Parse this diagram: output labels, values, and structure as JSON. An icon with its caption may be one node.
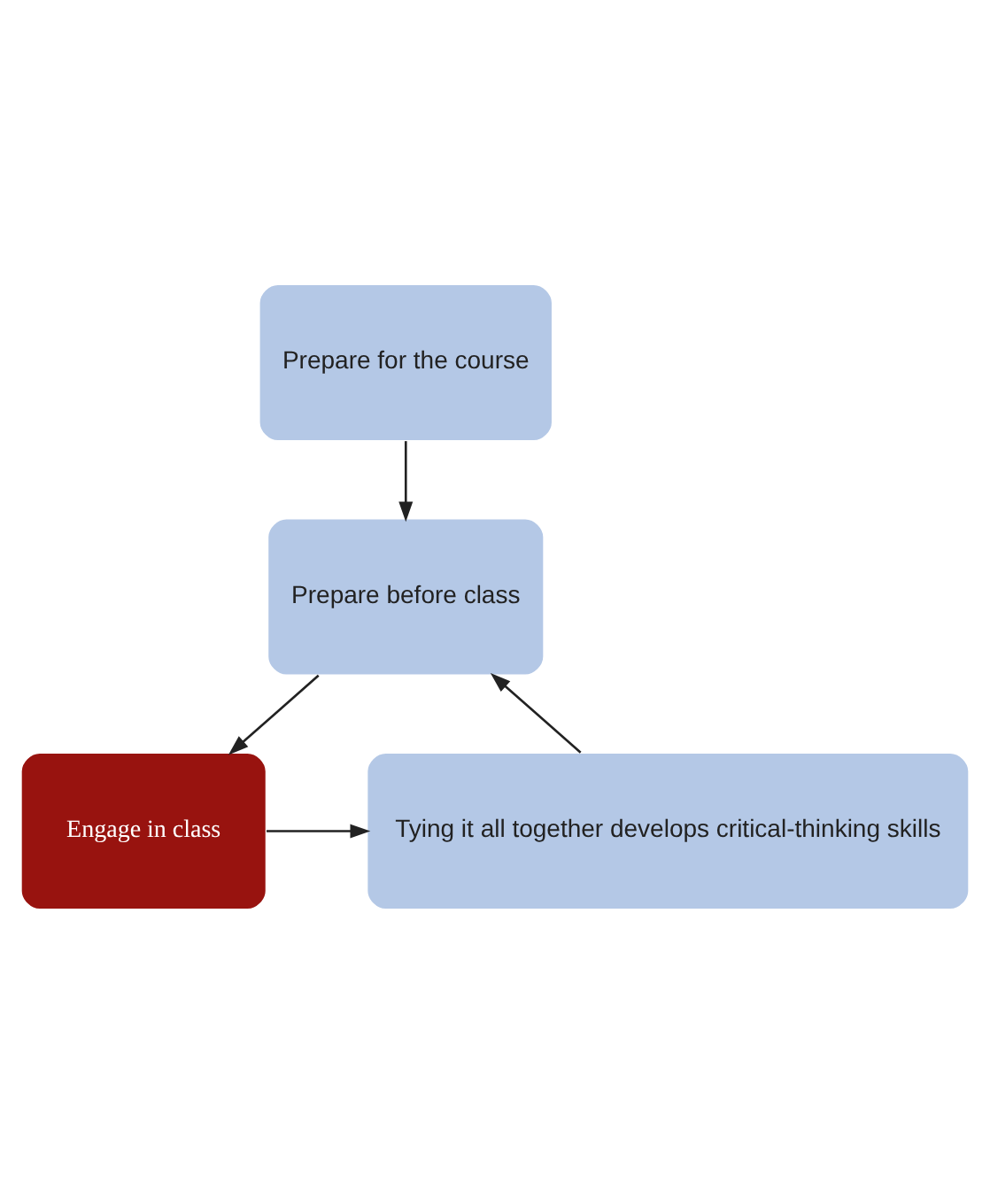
{
  "diagram": {
    "nodes": [
      {
        "text": [
          "Prepare for the course"
        ]
      },
      {
        "text": [
          "Prepare before class"
        ]
      },
      {
        "text": [
          "Engage in class"
        ]
      },
      {
        "text": [
          "Tying it all together develops critical-thinking skills"
        ]
      }
    ],
    "edges": [
      {
        "from": 0,
        "to": 1,
        "arrow": "to"
      },
      {
        "from": 1,
        "to": 2,
        "arrow": "to"
      },
      {
        "from": 2,
        "to": 3,
        "arrow": "to"
      },
      {
        "from": 3,
        "to": 1,
        "arrow": "to"
      }
    ]
  }
}
